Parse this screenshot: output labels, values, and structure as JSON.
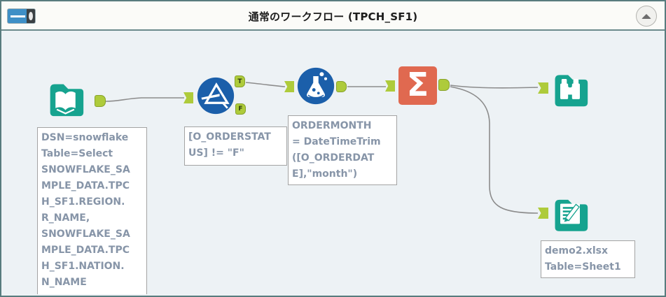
{
  "container": {
    "title": "通常のワークフロー (TPCH_SF1)",
    "collapse_button": "collapse",
    "enabled_toggle": "on"
  },
  "tools": {
    "input": {
      "type": "Input Data",
      "annotation": "DSN=snowflake\nTable=Select\nSNOWFLAKE_SA\nMPLE_DATA.TPC\nH_SF1.REGION.\nR_NAME,\nSNOWFLAKE_SA\nMPLE_DATA.TPC\nH_SF1.NATION.\nN_NAME"
    },
    "filter": {
      "type": "Filter",
      "annotation": "[O_ORDERSTAT\nUS] != \"F\"",
      "true_label": "T",
      "false_label": "F"
    },
    "formula": {
      "type": "Formula",
      "annotation": "ORDERMONTH\n= DateTimeTrim\n([O_ORDERDAT\nE],\"month\")"
    },
    "summarize": {
      "type": "Summarize",
      "symbol": "Σ"
    },
    "browse": {
      "type": "Browse"
    },
    "output": {
      "type": "Output Data",
      "annotation": "demo2.xlsx\nTable=Sheet1"
    }
  },
  "colors": {
    "teal_tool": "#16a38f",
    "blue_tool": "#1b5faa",
    "orange_tool": "#e06950",
    "anchor_green": "#aecb3b",
    "wire_gray": "#8c8c8c",
    "annotation_text": "#8795a8",
    "container_border": "#587c7e",
    "canvas_bg": "#edf2f5"
  }
}
